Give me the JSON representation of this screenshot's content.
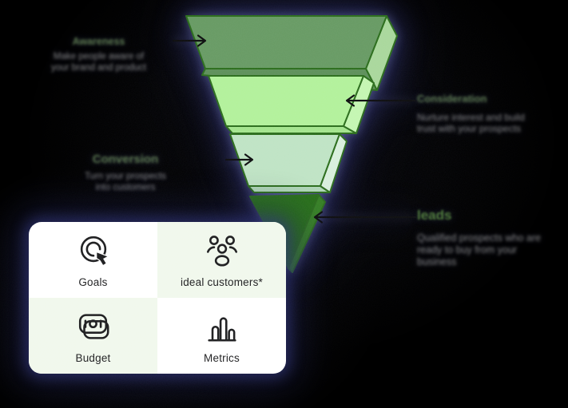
{
  "funnel": {
    "outline_color": "#2b6d1a",
    "arrow_color": "#0c0c0c",
    "stages": [
      {
        "id": "stage-1",
        "name": "Awareness",
        "front": "#679a62",
        "side": "#a9d79b",
        "bottom": "#5d8f58"
      },
      {
        "id": "stage-2",
        "name": "Consideration",
        "front": "#b2f19a",
        "side": "#c4f6b1",
        "bottom": "#a3e48c"
      },
      {
        "id": "stage-3",
        "name": "Conversion",
        "front": "#bfe3c4",
        "side": "#d8efdc",
        "bottom": "#afd6b6"
      },
      {
        "id": "stage-4",
        "name": "Leads",
        "front": "#276f16",
        "side": "#357f22",
        "bottom": "#276f16"
      }
    ]
  },
  "labels": {
    "awareness": {
      "title": "Awareness",
      "title_color": "#5d7a50",
      "desc_lines": [
        "Make people aware of",
        "your brand and product"
      ]
    },
    "consideration": {
      "title": "Consideration",
      "title_color": "#5d7a50",
      "desc_lines": [
        "Nurture interest and build",
        "trust with your prospects"
      ]
    },
    "conversion": {
      "title": "Conversion",
      "title_color": "#5d7a50",
      "desc_lines": [
        "Turn your prospects",
        "into customers"
      ]
    },
    "leads": {
      "title": "leads",
      "title_color": "#4e7a39",
      "desc_lines": [
        "Qualified prospects who are",
        "ready to buy from your",
        "business"
      ]
    }
  },
  "card": {
    "background": "#ffffff",
    "tint": "#f1f8ec",
    "items": [
      {
        "label": "Goals",
        "icon": "target-cursor-icon"
      },
      {
        "label": "ideal customers*",
        "icon": "people-group-icon"
      },
      {
        "label": "Budget",
        "icon": "banknote-icon"
      },
      {
        "label": "Metrics",
        "icon": "bar-chart-icon"
      }
    ]
  }
}
